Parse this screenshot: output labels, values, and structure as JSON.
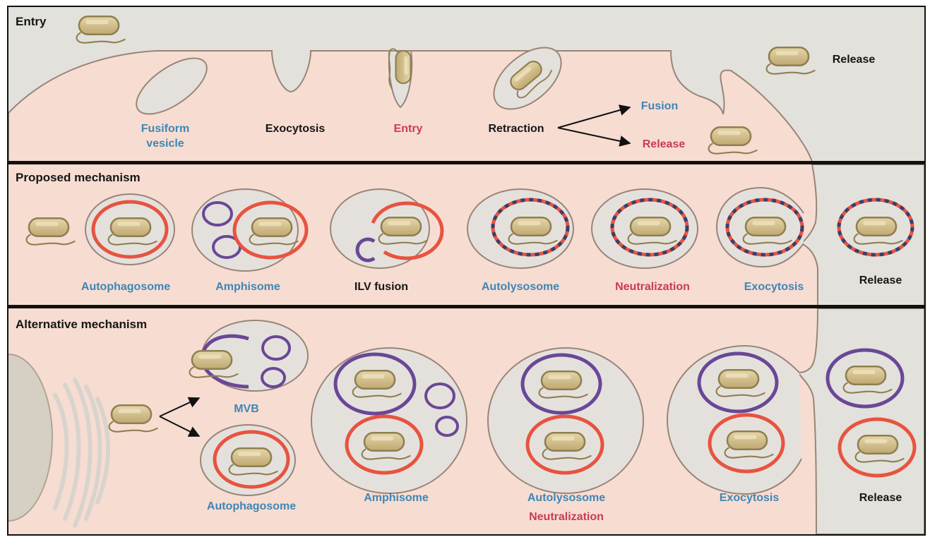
{
  "colors": {
    "cytoplasm": "#f7dcd2",
    "extracellular": "#e2e1dc",
    "membrane": "#9a8478",
    "vesicle_fill": "#e4e1dd",
    "autophagosome_ring": "#e8533f",
    "mvb_ring": "#6a4796",
    "lysosome_dash": "#3a3f6b",
    "bacterium_fill": "#cdbb8a",
    "bacterium_outline": "#8f7f50",
    "label_blue": "#3d87b5",
    "label_red": "#c83c55",
    "label_black": "#161616",
    "frame": "#111111"
  },
  "panels": {
    "entry": {
      "title": "Entry",
      "labels": {
        "fusiform": [
          "Fusiform",
          "vesicle"
        ],
        "exocytosis": "Exocytosis",
        "entry": "Entry",
        "retraction": "Retraction",
        "fusion": "Fusion",
        "release_inside": "Release",
        "release_outside": "Release"
      }
    },
    "proposed": {
      "title": "Proposed mechanism",
      "labels": {
        "autophagosome": "Autophagosome",
        "amphisome": "Amphisome",
        "ilv_fusion": "ILV fusion",
        "autolysosome": "Autolysosome",
        "neutralization": "Neutralization",
        "exocytosis": "Exocytosis",
        "release": "Release"
      }
    },
    "alternative": {
      "title": "Alternative mechanism",
      "labels": {
        "mvb": "MVB",
        "autophagosome": "Autophagosome",
        "amphisome": "Amphisome",
        "autolysosome": "Autolysosome",
        "neutralization": "Neutralization",
        "exocytosis": "Exocytosis",
        "release": "Release"
      }
    }
  },
  "icons": [
    "bacterium-icon",
    "autophagosome-ring-icon",
    "mvb-ring-icon",
    "autolysosome-ring-icon",
    "arrow-icon",
    "golgi-icon",
    "nucleus-icon"
  ]
}
